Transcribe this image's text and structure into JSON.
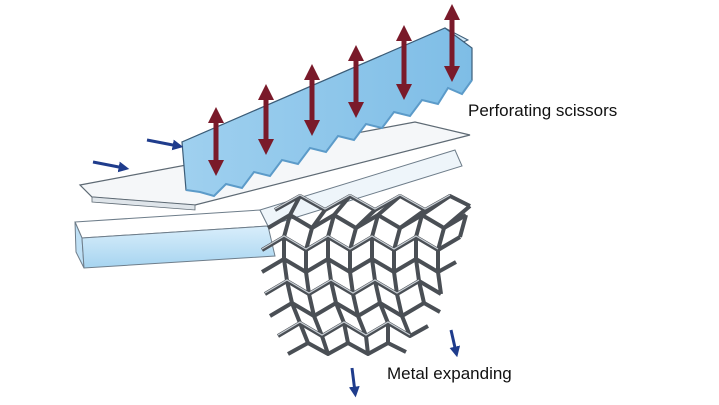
{
  "labels": {
    "perforating_scissors": "Perforating scissors",
    "metal_expanding": "Metal expanding"
  },
  "colors": {
    "blade_fill": "#8fc8ec",
    "blade_light": "#d5ecfa",
    "blade_dark": "#6aaedc",
    "sheet_fill": "#f4f6f8",
    "mesh": "#4a4f55",
    "motion_arrow": "#7a1a2a",
    "feed_arrow": "#1f3c8c"
  },
  "icons": {
    "motion": "double-headed-vertical-arrow",
    "feed": "right-arrow",
    "output": "down-arrow"
  }
}
